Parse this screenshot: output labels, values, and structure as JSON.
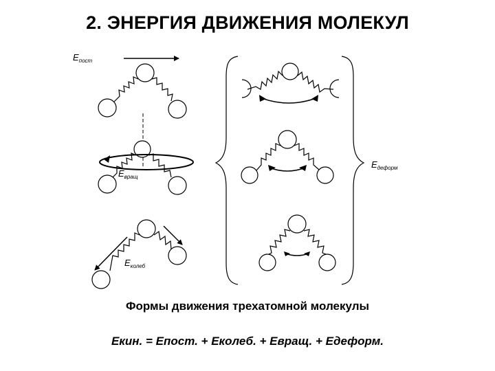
{
  "title": "2. ЭНЕРГИЯ ДВИЖЕНИЯ МОЛЕКУЛ",
  "labels": {
    "e_post": {
      "base": "E",
      "sub": "пост"
    },
    "e_vrash": {
      "base": "E",
      "sub": "вращ"
    },
    "e_koleb": {
      "base": "E",
      "sub": "колеб"
    },
    "e_deform": {
      "base": "E",
      "sub": "деформ"
    }
  },
  "caption": "Формы движения трехатомной молекулы",
  "equation": "Екин. = Епост. + Еколеб. + Евращ. + Едеформ."
}
